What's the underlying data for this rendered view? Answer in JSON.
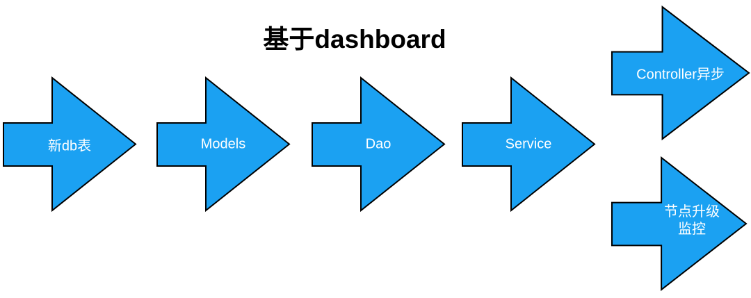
{
  "title": "基于dashboard",
  "colors": {
    "arrow_fill": "#1BA1F2",
    "arrow_border": "#000000",
    "label_text": "#ffffff",
    "title_text": "#000000"
  },
  "flow": {
    "steps": [
      {
        "label": "新db表"
      },
      {
        "label": "Models"
      },
      {
        "label": "Dao"
      },
      {
        "label": "Service"
      }
    ],
    "branches": [
      {
        "label": "Controller异步"
      },
      {
        "label": "节点升级监控"
      }
    ]
  }
}
